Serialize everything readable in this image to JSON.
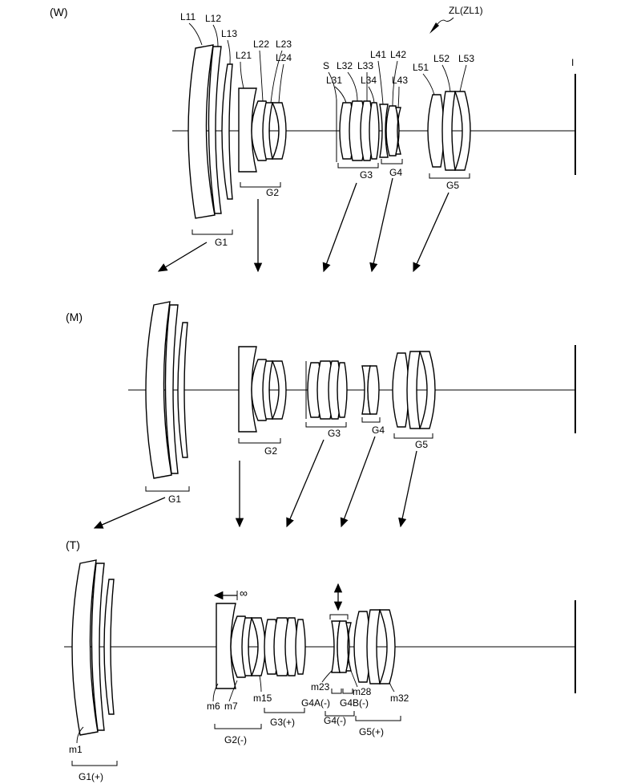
{
  "panels": {
    "wide": {
      "label": "(W)",
      "lens_labels": [
        "L11",
        "L12",
        "L13",
        "L21",
        "L22",
        "L23",
        "L24",
        "S",
        "L31",
        "L32",
        "L33",
        "L34",
        "L41",
        "L42",
        "L43",
        "L51",
        "L52",
        "L53"
      ],
      "system_label": "ZL(ZL1)",
      "image_plane_label": "I",
      "groups": [
        "G1",
        "G2",
        "G3",
        "G4",
        "G5"
      ]
    },
    "middle": {
      "label": "(M)",
      "groups": [
        "G1",
        "G2",
        "G3",
        "G4",
        "G5"
      ]
    },
    "tele": {
      "label": "(T)",
      "infinity": "∞",
      "surfaces": [
        "m1",
        "m6",
        "m7",
        "m15",
        "m23",
        "m28",
        "m32"
      ],
      "groups": [
        "G1(+)",
        "G2(-)",
        "G3(+)",
        "G4A(-)",
        "G4B(-)",
        "G4(-)",
        "G5(+)"
      ]
    }
  }
}
